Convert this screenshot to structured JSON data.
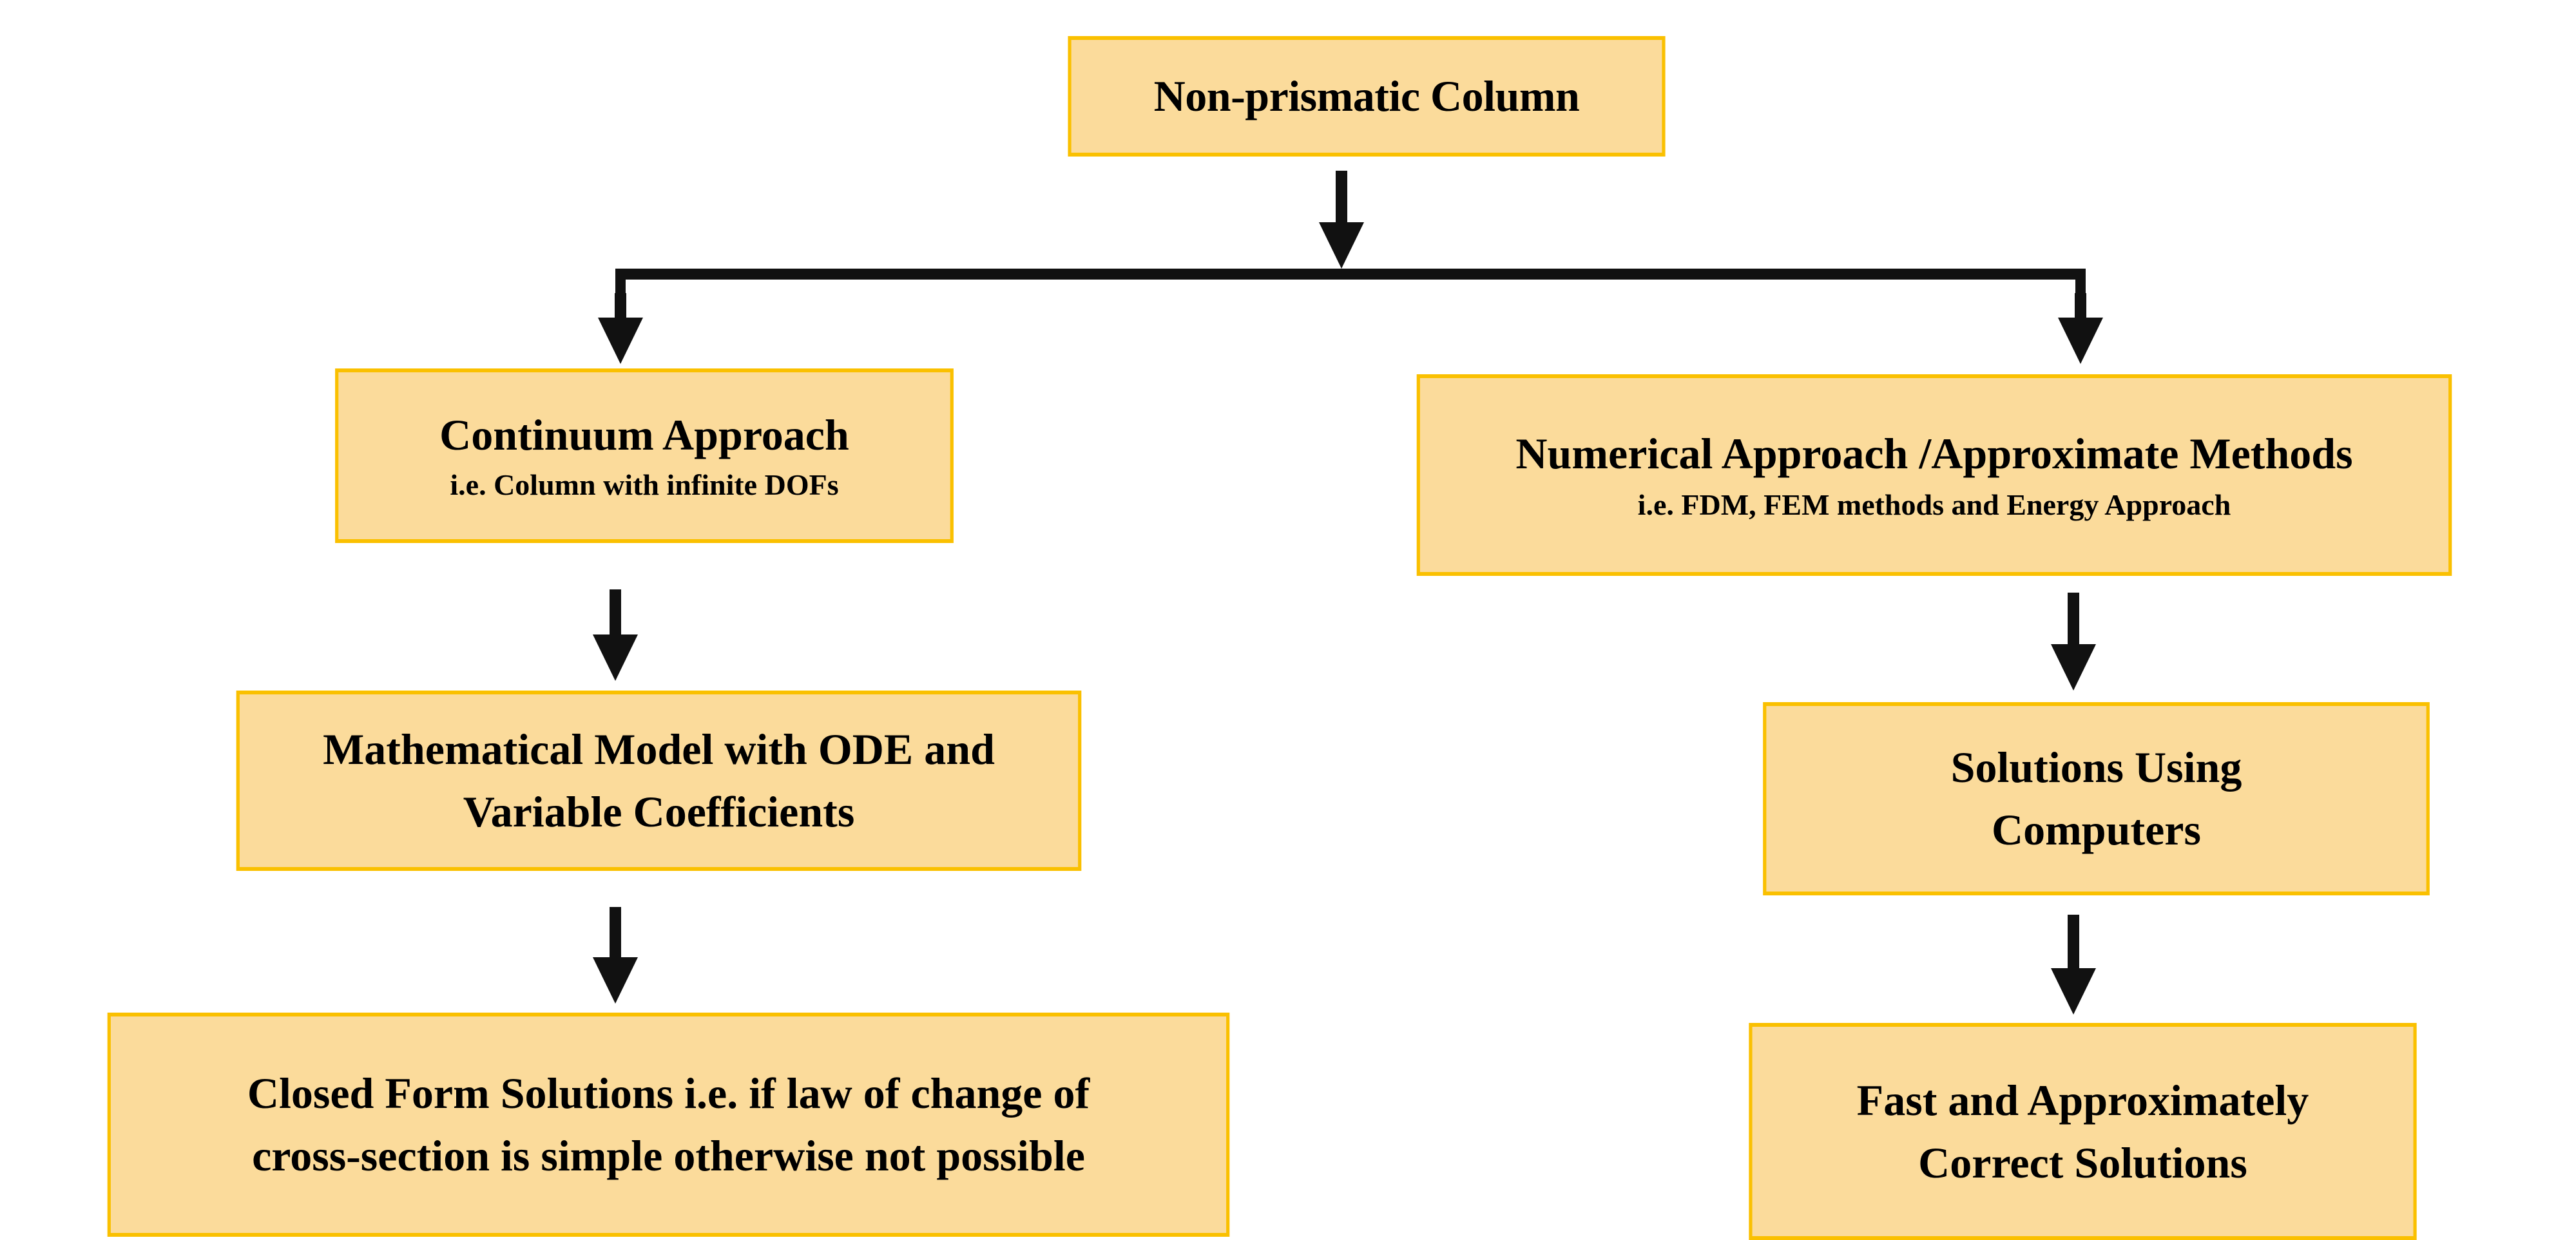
{
  "diagram": {
    "title": "Non-prismatic Column approach classification flowchart",
    "colors": {
      "box_fill": "#fbdb9b",
      "box_border": "#fac000",
      "connector": "#111111",
      "text": "#000000",
      "background": "#ffffff"
    },
    "nodes": {
      "root": {
        "title": "Non-prismatic Column",
        "subtitle": ""
      },
      "continuum": {
        "title": "Continuum Approach",
        "subtitle": "i.e. Column with infinite DOFs"
      },
      "numerical": {
        "title": "Numerical Approach /Approximate Methods",
        "subtitle": "i.e. FDM, FEM methods and Energy Approach"
      },
      "model": {
        "title": "Mathematical Model with ODE and\nVariable Coefficients",
        "subtitle": ""
      },
      "computers": {
        "title": "Solutions Using\nComputers",
        "subtitle": ""
      },
      "closed_form": {
        "title": "Closed Form Solutions i.e. if law of change of\ncross-section is simple otherwise not possible",
        "subtitle": ""
      },
      "fast": {
        "title": "Fast and Approximately\nCorrect Solutions",
        "subtitle": ""
      }
    },
    "connectors": [
      {
        "name": "root-to-split",
        "from": "root",
        "to": "split-bus",
        "type": "arrow-down"
      },
      {
        "name": "split-bus",
        "from": "split-bus",
        "to": "branches",
        "type": "horizontal-bus"
      },
      {
        "name": "split-to-continuum",
        "from": "split-bus",
        "to": "continuum",
        "type": "arrow-down"
      },
      {
        "name": "split-to-numerical",
        "from": "split-bus",
        "to": "numerical",
        "type": "arrow-down"
      },
      {
        "name": "continuum-to-model",
        "from": "continuum",
        "to": "model",
        "type": "arrow-down"
      },
      {
        "name": "model-to-closed-form",
        "from": "model",
        "to": "closed_form",
        "type": "arrow-down"
      },
      {
        "name": "numerical-to-computers",
        "from": "numerical",
        "to": "computers",
        "type": "arrow-down"
      },
      {
        "name": "computers-to-fast",
        "from": "computers",
        "to": "fast",
        "type": "arrow-down"
      }
    ]
  }
}
